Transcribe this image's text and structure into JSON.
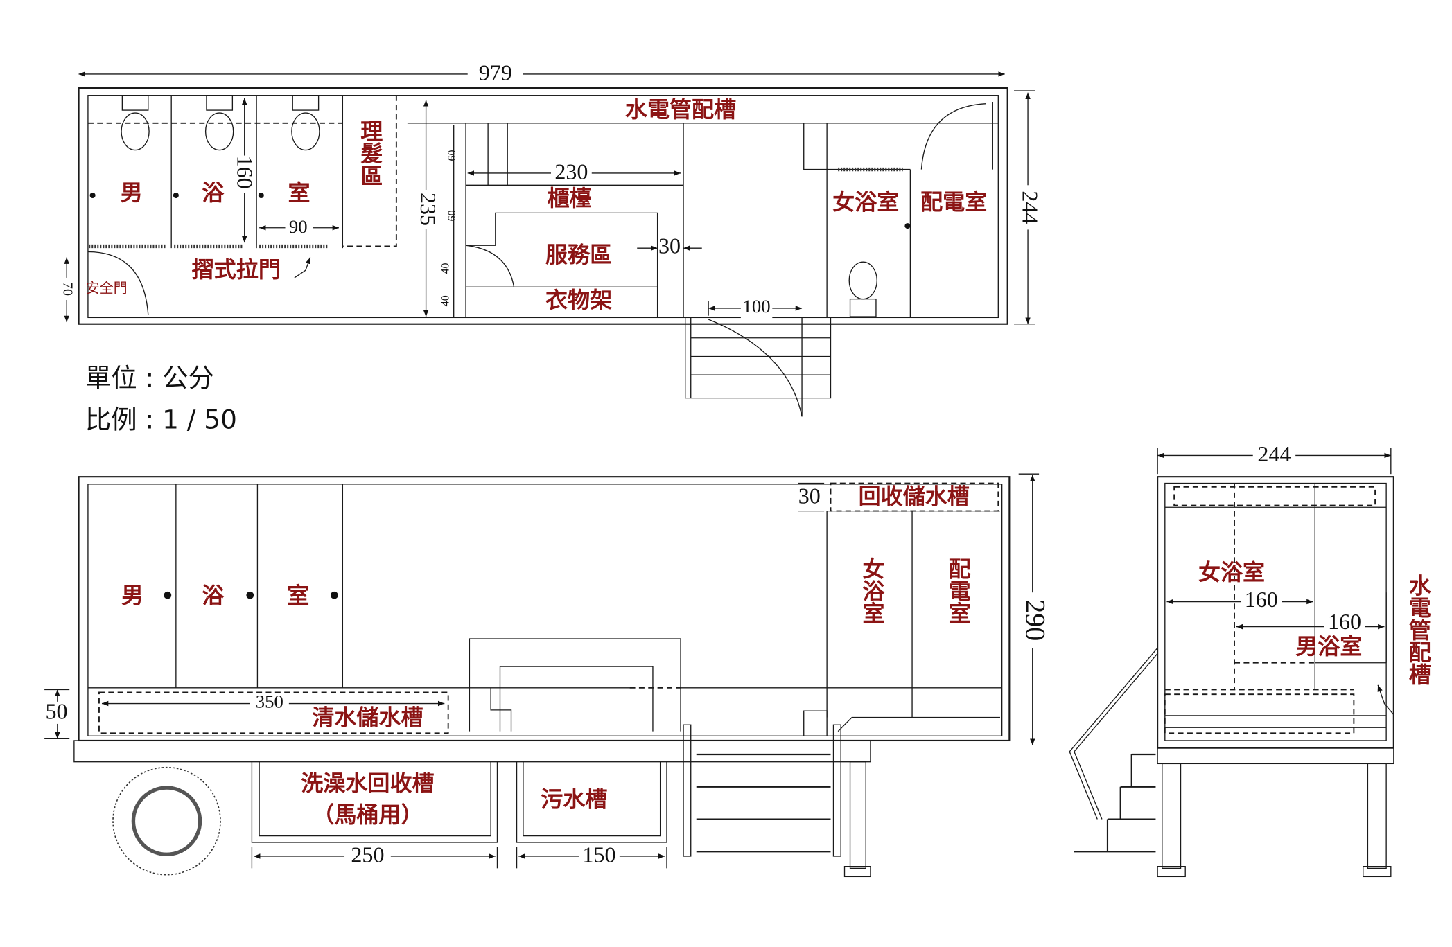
{
  "plan": {
    "dim_length": "979",
    "dim_width": "244",
    "dim_inner_height": "235",
    "dim_cubicle_depth": "160",
    "dim_cubicle_width": "90",
    "dim_counter": "230",
    "dim_gap": "30",
    "dim_door": "100",
    "dim_exit": "70",
    "dim_small": [
      "60",
      "60",
      "40",
      "40"
    ],
    "pipe_slot": "水電管配槽",
    "mens_bath_chars": [
      "男",
      "浴",
      "室"
    ],
    "barber": "理髮區",
    "folding_door": "摺式拉門",
    "emergency_door": "安全門",
    "counter": "櫃檯",
    "service_area": "服務區",
    "wardrobe": "衣物架",
    "womens_bath": "女浴室",
    "electrical_room": "配電室"
  },
  "notes": {
    "unit": "單位 : 公分",
    "scale": "比例 : 1 / 50"
  },
  "side": {
    "mens_bath_chars": [
      "男",
      "浴",
      "室"
    ],
    "dim_height": "290",
    "dim_recycle": "30",
    "recycle_tank": "回收儲水槽",
    "womens_bath": "女浴室",
    "electrical_room": "配電室",
    "dim_fresh": "350",
    "fresh_tank": "清水儲水槽",
    "dim_floor": "50",
    "bath_recycle_tank": "洗澡水回收槽",
    "bath_recycle_note": "（馬桶用）",
    "dim_bath_tank": "250",
    "sewage_tank": "污水槽",
    "dim_sewage": "150"
  },
  "end": {
    "dim_width": "244",
    "womens_bath": "女浴室",
    "dim_womens": "160",
    "dim_mens": "160",
    "mens_bath": "男浴室",
    "pipe_slot": "水電管配槽"
  }
}
